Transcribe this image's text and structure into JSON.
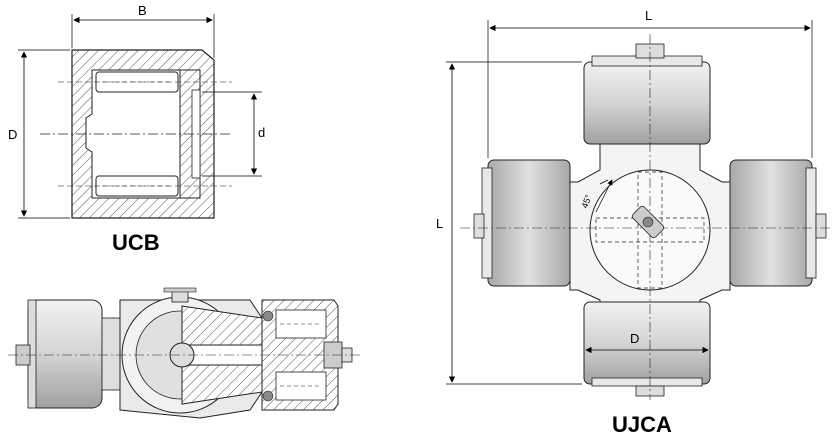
{
  "labels": {
    "ucb_title": "UCB",
    "ujca_title": "UJCA",
    "ucb_dim_B": "B",
    "ucb_dim_D": "D",
    "ucb_dim_d": "d",
    "ujca_dim_L_horizontal": "L",
    "ujca_dim_L_vertical": "L",
    "ujca_dim_D": "D",
    "ujca_angle": "45°"
  },
  "colors": {
    "line": "#333333",
    "hatch": "#555555",
    "fill_light": "#e6e6e6",
    "fill_mid": "#cfcfcf",
    "fill_dark": "#a9a9a9"
  }
}
